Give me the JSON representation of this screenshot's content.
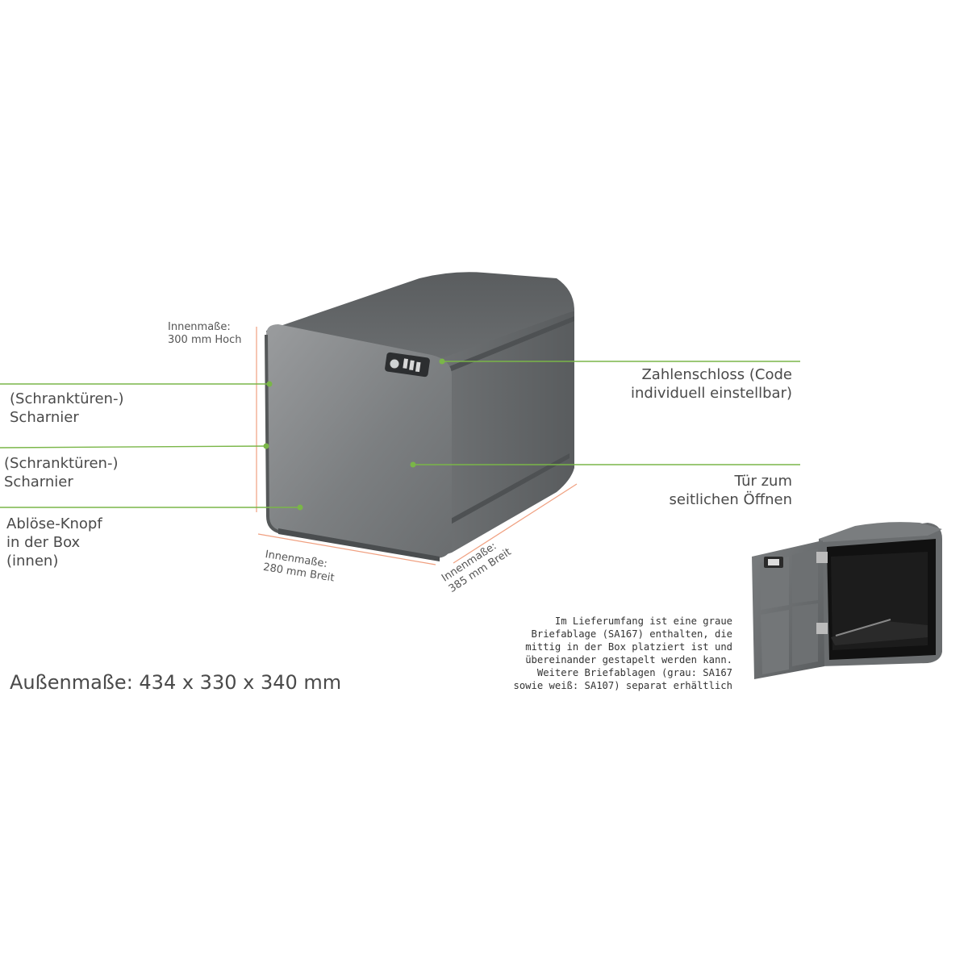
{
  "callouts": {
    "hinge_top": "(Schranktüren-)\nScharnier",
    "hinge_bottom": "(Schranktüren-)\nScharnier",
    "release_knob": "Ablöse-Knopf\nin der Box\n(innen)",
    "combination_lock": "Zahlenschloss (Code\nindividuell einstellbar)",
    "side_door": "Tür zum\nseitlichen Öffnen"
  },
  "dimensions": {
    "inner_height": "Innenmaße:\n300 mm Hoch",
    "inner_width": "Innenmaße:\n280 mm Breit",
    "inner_depth": "Innenmaße:\n385 mm Breit",
    "outer": "Außenmaße: 434 x 330 x 340 mm"
  },
  "note": "Im Lieferumfang ist eine graue\nBriefablage (SA167) enthalten, die\nmittig in der Box platziert ist und\nübereinander gestapelt werden kann.\nWeitere Briefablagen (grau: SA167\nsowie weiß: SA107) separat erhältlich",
  "colors": {
    "callout_line": "#7ab648",
    "dimension_line": "#f0a080",
    "box_body": "#5f6264",
    "box_door": "#8a8d8f"
  }
}
